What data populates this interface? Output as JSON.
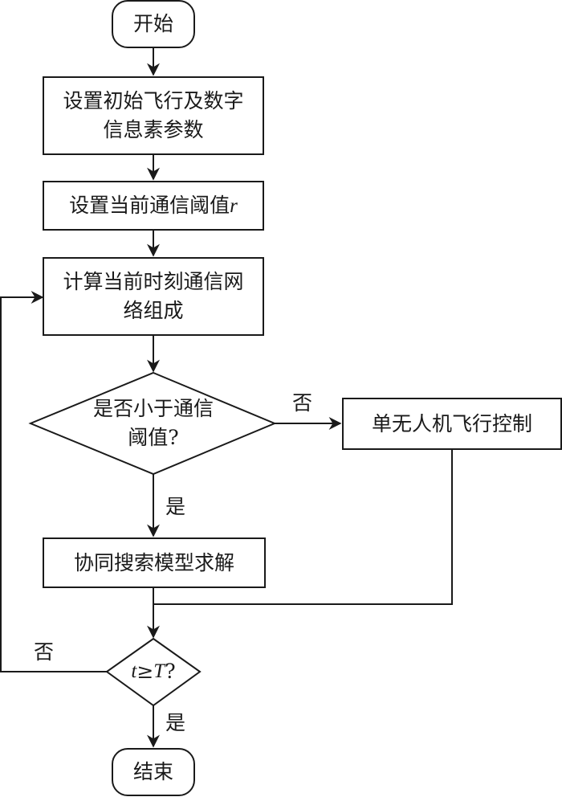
{
  "flowchart": {
    "start": "开始",
    "set_initial_params": "设置初始飞行及数字信息素参数",
    "set_threshold": "设置当前通信阈值",
    "threshold_var": "r",
    "compute_network": "计算当前时刻通信网络组成",
    "decision_threshold": "是否小于通信阈值?",
    "single_uav_control": "单无人机飞行控制",
    "cooperative_search": "协同搜索模型求解",
    "decision_time_t": "t",
    "decision_time_op": "≥",
    "decision_time_T": "T",
    "decision_time_q": "?",
    "end": "结束",
    "label_no_1": "否",
    "label_yes_1": "是",
    "label_no_2": "否",
    "label_yes_2": "是"
  }
}
